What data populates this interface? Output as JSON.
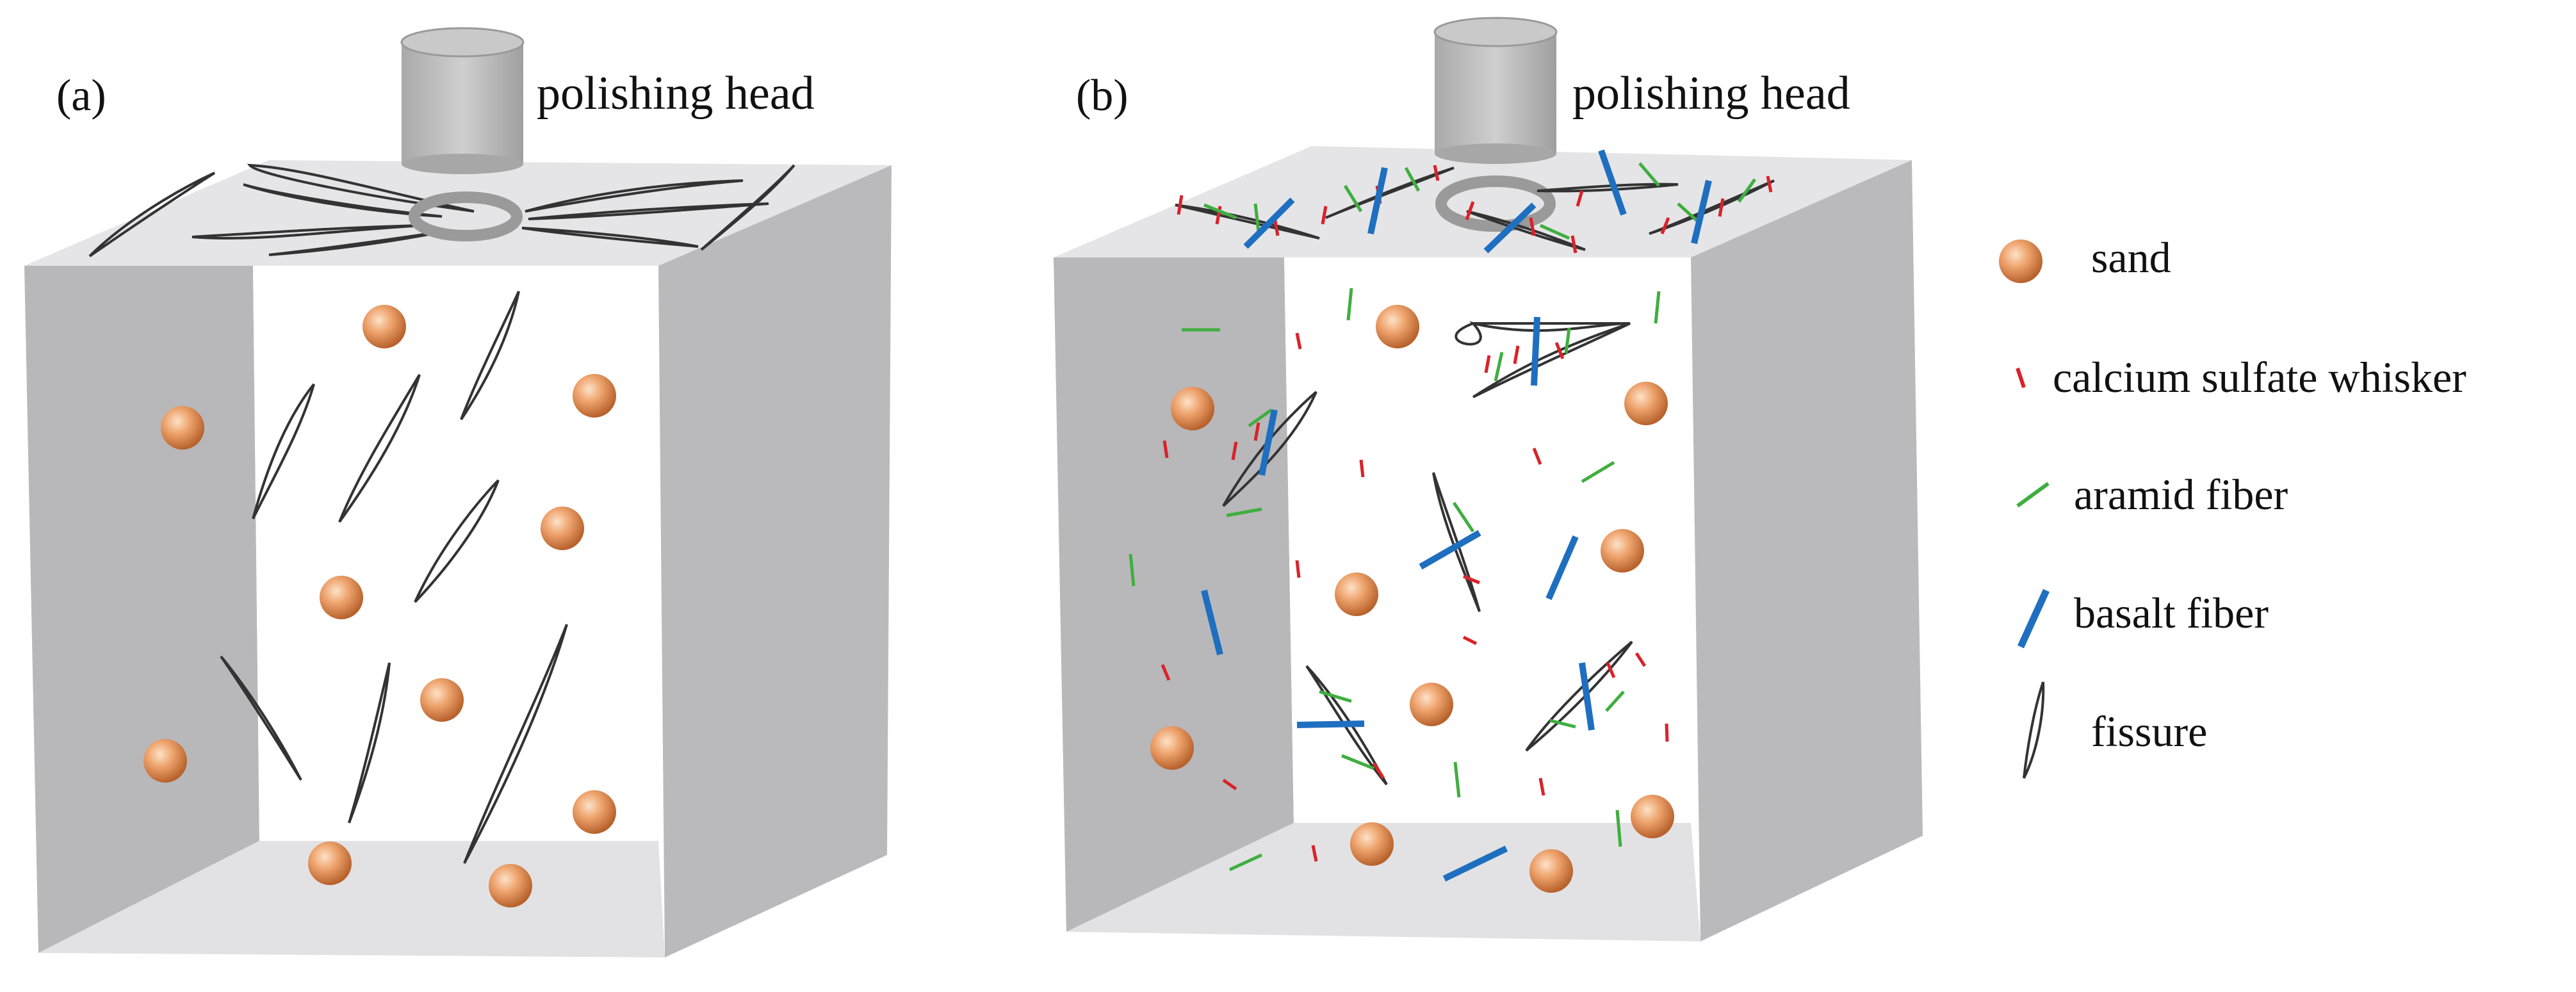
{
  "panels": [
    {
      "id": "a",
      "label": "(a)",
      "head_label": "polishing head",
      "contents": [
        "sand",
        "fissure"
      ]
    },
    {
      "id": "b",
      "label": "(b)",
      "head_label": "polishing head",
      "contents": [
        "sand",
        "fissure",
        "calcium sulfate whisker",
        "aramid fiber",
        "basalt fiber"
      ]
    }
  ],
  "legend": [
    {
      "key": "sand",
      "label": "sand",
      "icon": "sand-sphere-icon"
    },
    {
      "key": "whisker",
      "label": "calcium sulfate whisker",
      "icon": "red-whisker-icon"
    },
    {
      "key": "aramid",
      "label": "aramid fiber",
      "icon": "green-fiber-icon"
    },
    {
      "key": "basalt",
      "label": "basalt fiber",
      "icon": "blue-fiber-icon"
    },
    {
      "key": "fissure",
      "label": "fissure",
      "icon": "fissure-outline-icon"
    }
  ],
  "colors": {
    "block_face": "#b9b9bb",
    "block_top": "#e4e4e6",
    "head": "#bdbdbd",
    "sand": "#e8965e",
    "whisker": "#d9232a",
    "aramid": "#3fae3f",
    "basalt": "#1f6fc0",
    "fissure_stroke": "#333333"
  }
}
